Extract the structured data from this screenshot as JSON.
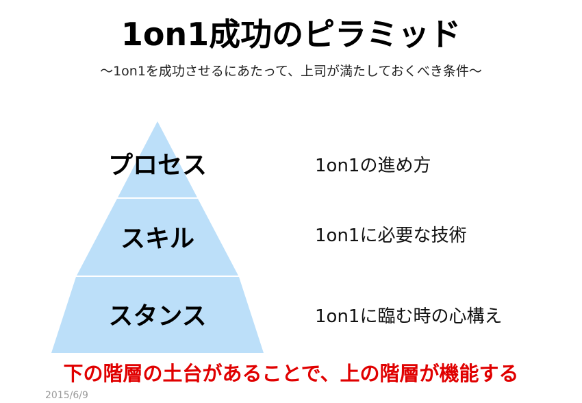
{
  "title": "1on1成功のピラミッド",
  "subtitle": "～1on1を成功させるにあたって、上司が満たしておくべき条件～",
  "pyramid": {
    "color": "#bcdff9",
    "layers": [
      {
        "label": "プロセス",
        "description": "1on1の進め方"
      },
      {
        "label": "スキル",
        "description": "1on1に必要な技術"
      },
      {
        "label": "スタンス",
        "description": "1on1に臨む時の心構え"
      }
    ]
  },
  "footer": "下の階層の土台があることで、上の階層が機能する",
  "date": "2015/6/9"
}
